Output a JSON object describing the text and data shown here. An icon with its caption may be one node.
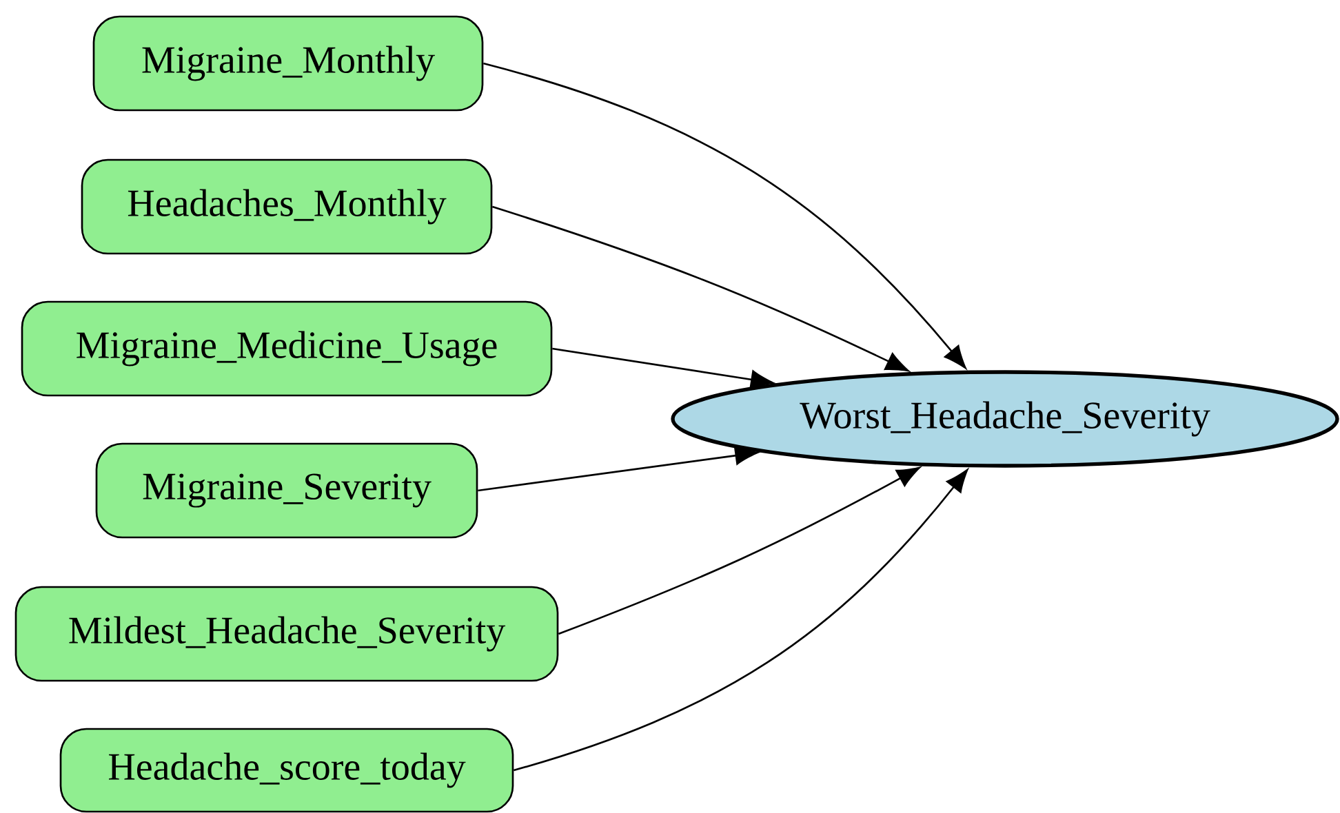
{
  "diagram": {
    "nodes": [
      {
        "text": [
          "Migraine_Monthly"
        ]
      },
      {
        "text": [
          "Headaches_Monthly"
        ]
      },
      {
        "text": [
          "Migraine_Medicine_Usage"
        ]
      },
      {
        "text": [
          "Migraine_Severity"
        ]
      },
      {
        "text": [
          "Mildest_Headache_Severity"
        ]
      },
      {
        "text": [
          "Headache_score_today"
        ]
      },
      {
        "text": [
          "Worst_Headache_Severity"
        ]
      }
    ],
    "edges": [
      {
        "from": 0,
        "to": 6,
        "arrow": "to"
      },
      {
        "from": 1,
        "to": 6,
        "arrow": "to"
      },
      {
        "from": 2,
        "to": 6,
        "arrow": "to"
      },
      {
        "from": 3,
        "to": 6,
        "arrow": "to"
      },
      {
        "from": 4,
        "to": 6,
        "arrow": "to"
      },
      {
        "from": 5,
        "to": 6,
        "arrow": "to"
      }
    ]
  }
}
